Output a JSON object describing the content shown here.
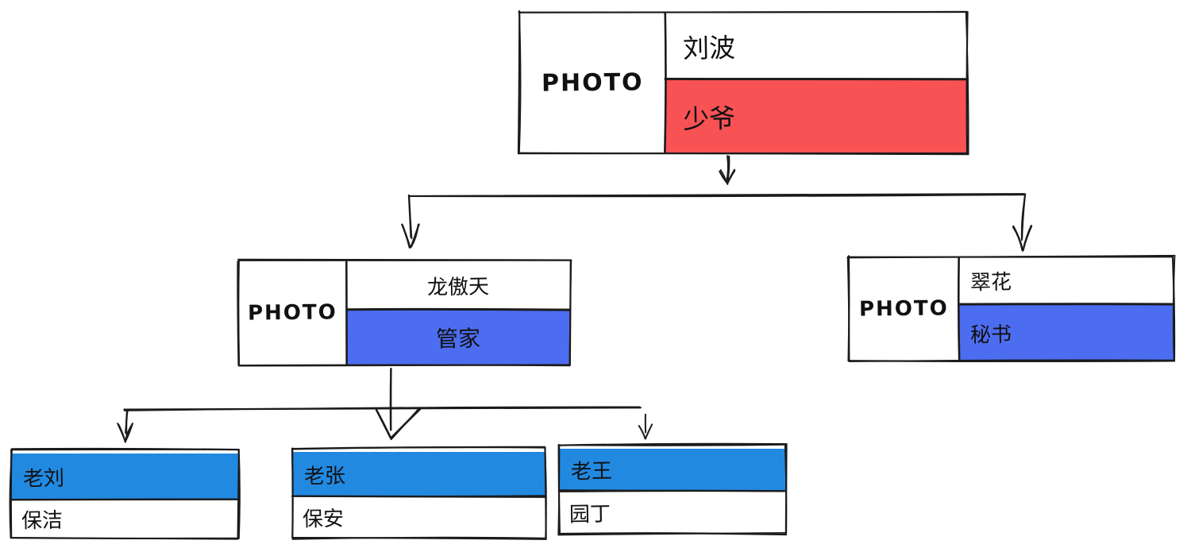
{
  "diagram": {
    "type": "org-chart",
    "background": "#ffffff"
  },
  "palette": {
    "ink": "#1b1b1b",
    "master_red": "#f85254",
    "staff_blue": "#4d6df0",
    "worker_blue": "#2289e1",
    "cell_white": "#ffffff"
  },
  "nodes": {
    "liubo": {
      "photo_label": "PHOTO",
      "name": "刘波",
      "role": "少爷"
    },
    "longaotian": {
      "photo_label": "PHOTO",
      "name": "龙傲天",
      "role": "管家"
    },
    "cuihua": {
      "photo_label": "PHOTO",
      "name": "翠花",
      "role": "秘书"
    },
    "laoliu": {
      "name": "老刘",
      "role": "保洁"
    },
    "laozhang": {
      "name": "老张",
      "role": "保安"
    },
    "laowang": {
      "name": "老王",
      "role": "园丁"
    }
  },
  "edges": [
    {
      "from": "刘波",
      "to": "龙傲天"
    },
    {
      "from": "刘波",
      "to": "翠花"
    },
    {
      "from": "龙傲天",
      "to": "老刘"
    },
    {
      "from": "龙傲天",
      "to": "老张"
    },
    {
      "from": "龙傲天",
      "to": "老王"
    }
  ]
}
